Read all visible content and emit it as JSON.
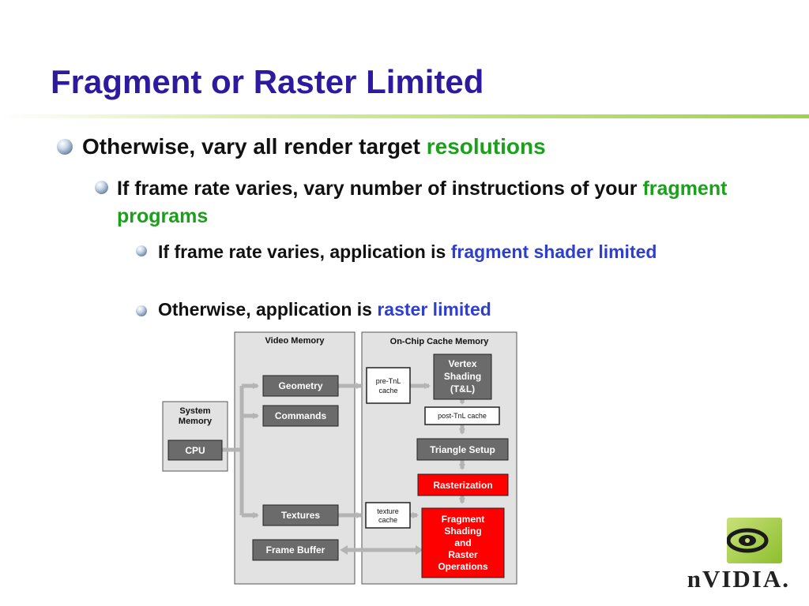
{
  "slide": {
    "title": "Fragment or Raster Limited",
    "bullets": [
      {
        "pre": "Otherwise, vary all render target ",
        "hl": "resolutions"
      },
      {
        "pre": "If frame rate varies, vary number of instructions of your ",
        "hl": "fragment programs"
      },
      {
        "pre": "If frame rate varies, application is ",
        "hl": "fragment shader limited"
      },
      {
        "pre": "Otherwise, application is ",
        "hl": "raster limited"
      }
    ]
  },
  "diagram": {
    "system_memory": {
      "label_line1": "System",
      "label_line2": "Memory",
      "cpu": "CPU"
    },
    "video_memory": {
      "title": "Video Memory",
      "geometry": "Geometry",
      "commands": "Commands",
      "textures": "Textures",
      "frame_buffer": "Frame Buffer"
    },
    "on_chip": {
      "title": "On-Chip Cache Memory",
      "pre_tnl_line1": "pre-TnL",
      "pre_tnl_line2": "cache",
      "vertex_line1": "Vertex",
      "vertex_line2": "Shading",
      "vertex_line3": "(T&L)",
      "post_tnl": "post-TnL cache",
      "triangle_setup": "Triangle Setup",
      "rasterization": "Rasterization",
      "texture_line1": "texture",
      "texture_line2": "cache",
      "fragment_line1": "Fragment",
      "fragment_line2": "Shading",
      "fragment_line3": "and",
      "fragment_line4": "Raster",
      "fragment_line5": "Operations"
    },
    "colors": {
      "highlight": "#ff0000",
      "box": "#6b6b6b",
      "panel": "#e2e2e2"
    }
  },
  "logo": {
    "text": "nVIDIA."
  }
}
